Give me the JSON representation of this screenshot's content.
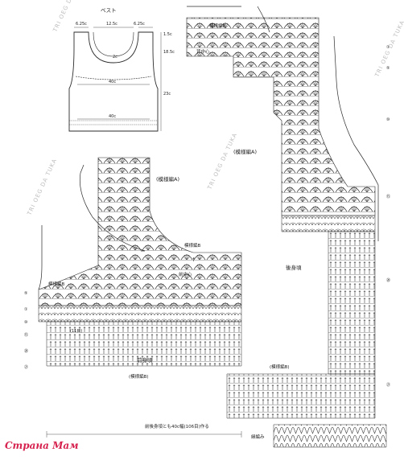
{
  "schematic": {
    "title": "ベスト",
    "dims": {
      "shoulder_left": "6.25c",
      "neck": "12.5c",
      "shoulder_right": "6.25c",
      "depth_top": "1.5c",
      "armhole": "18.5c",
      "neck_drop": "2c",
      "chest": "40c",
      "body_length": "23c",
      "hem": "40c"
    }
  },
  "front": {
    "title": "前身頃",
    "pattern_a": "(模様編A)",
    "pattern_b": "(模様編B)",
    "pattern_label": "模様編B",
    "start_label": "(11目)",
    "center_label": "前中心",
    "arrow_label": "↑",
    "row_numbers": [
      "①",
      "⑤",
      "⑩",
      "⑮",
      "⑳",
      "㉑"
    ]
  },
  "back": {
    "title": "後身頃",
    "pattern_a": "(模様編A)",
    "pattern_b": "(模様編B)",
    "pattern_label": "模様編B",
    "center_label": "背中心",
    "row_numbers": [
      "①",
      "⑤",
      "⑩",
      "⑮",
      "⑳",
      "㉑"
    ]
  },
  "bottom_note": "前後身頃とも40c幅(106目)作る",
  "bottom_edge_label": "縁編み",
  "watermark": "TRI OEG DA TUKA",
  "site_logo": "Страна Мам",
  "colors": {
    "ink": "#2b2b2b",
    "logo": "#d6224f",
    "watermark": "#bdbdbd"
  }
}
